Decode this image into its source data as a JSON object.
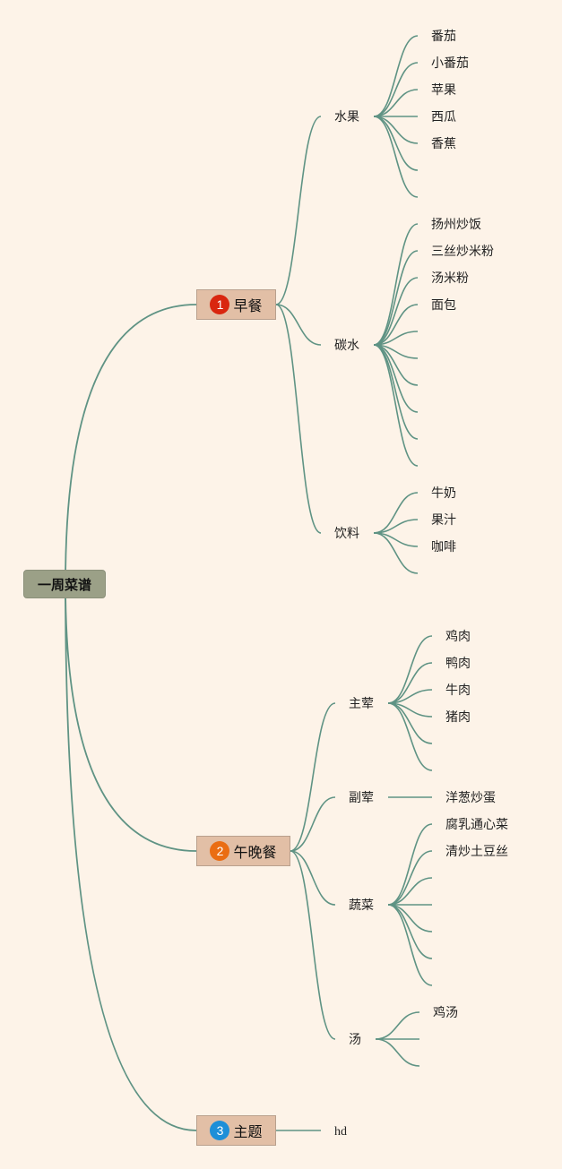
{
  "root": "一周菜谱",
  "colors": {
    "line": "#5f9384",
    "badge1": "#d9260f",
    "badge2": "#ea6d13",
    "badge3": "#1d8fd8"
  },
  "topics": [
    {
      "badge": "1",
      "label": "早餐",
      "groups": [
        {
          "label": "水果",
          "items": [
            "番茄",
            "小番茄",
            "苹果",
            "西瓜",
            "香蕉",
            "",
            ""
          ]
        },
        {
          "label": "碳水",
          "items": [
            "扬州炒饭",
            "三丝炒米粉",
            "汤米粉",
            "面包",
            "",
            "",
            "",
            "",
            "",
            ""
          ]
        },
        {
          "label": "饮料",
          "items": [
            "牛奶",
            "果汁",
            "咖啡",
            ""
          ]
        }
      ]
    },
    {
      "badge": "2",
      "label": "午晚餐",
      "groups": [
        {
          "label": "主荤",
          "items": [
            "鸡肉",
            "鸭肉",
            "牛肉",
            "猪肉",
            "",
            ""
          ]
        },
        {
          "label": "副荤",
          "items": [
            "洋葱炒蛋"
          ]
        },
        {
          "label": "蔬菜",
          "items": [
            "腐乳通心菜",
            "清炒土豆丝",
            "",
            "",
            "",
            "",
            ""
          ]
        },
        {
          "label": "汤",
          "items": [
            "鸡汤",
            "",
            ""
          ]
        }
      ]
    },
    {
      "badge": "3",
      "label": "主题",
      "items": [
        "hd"
      ]
    }
  ]
}
